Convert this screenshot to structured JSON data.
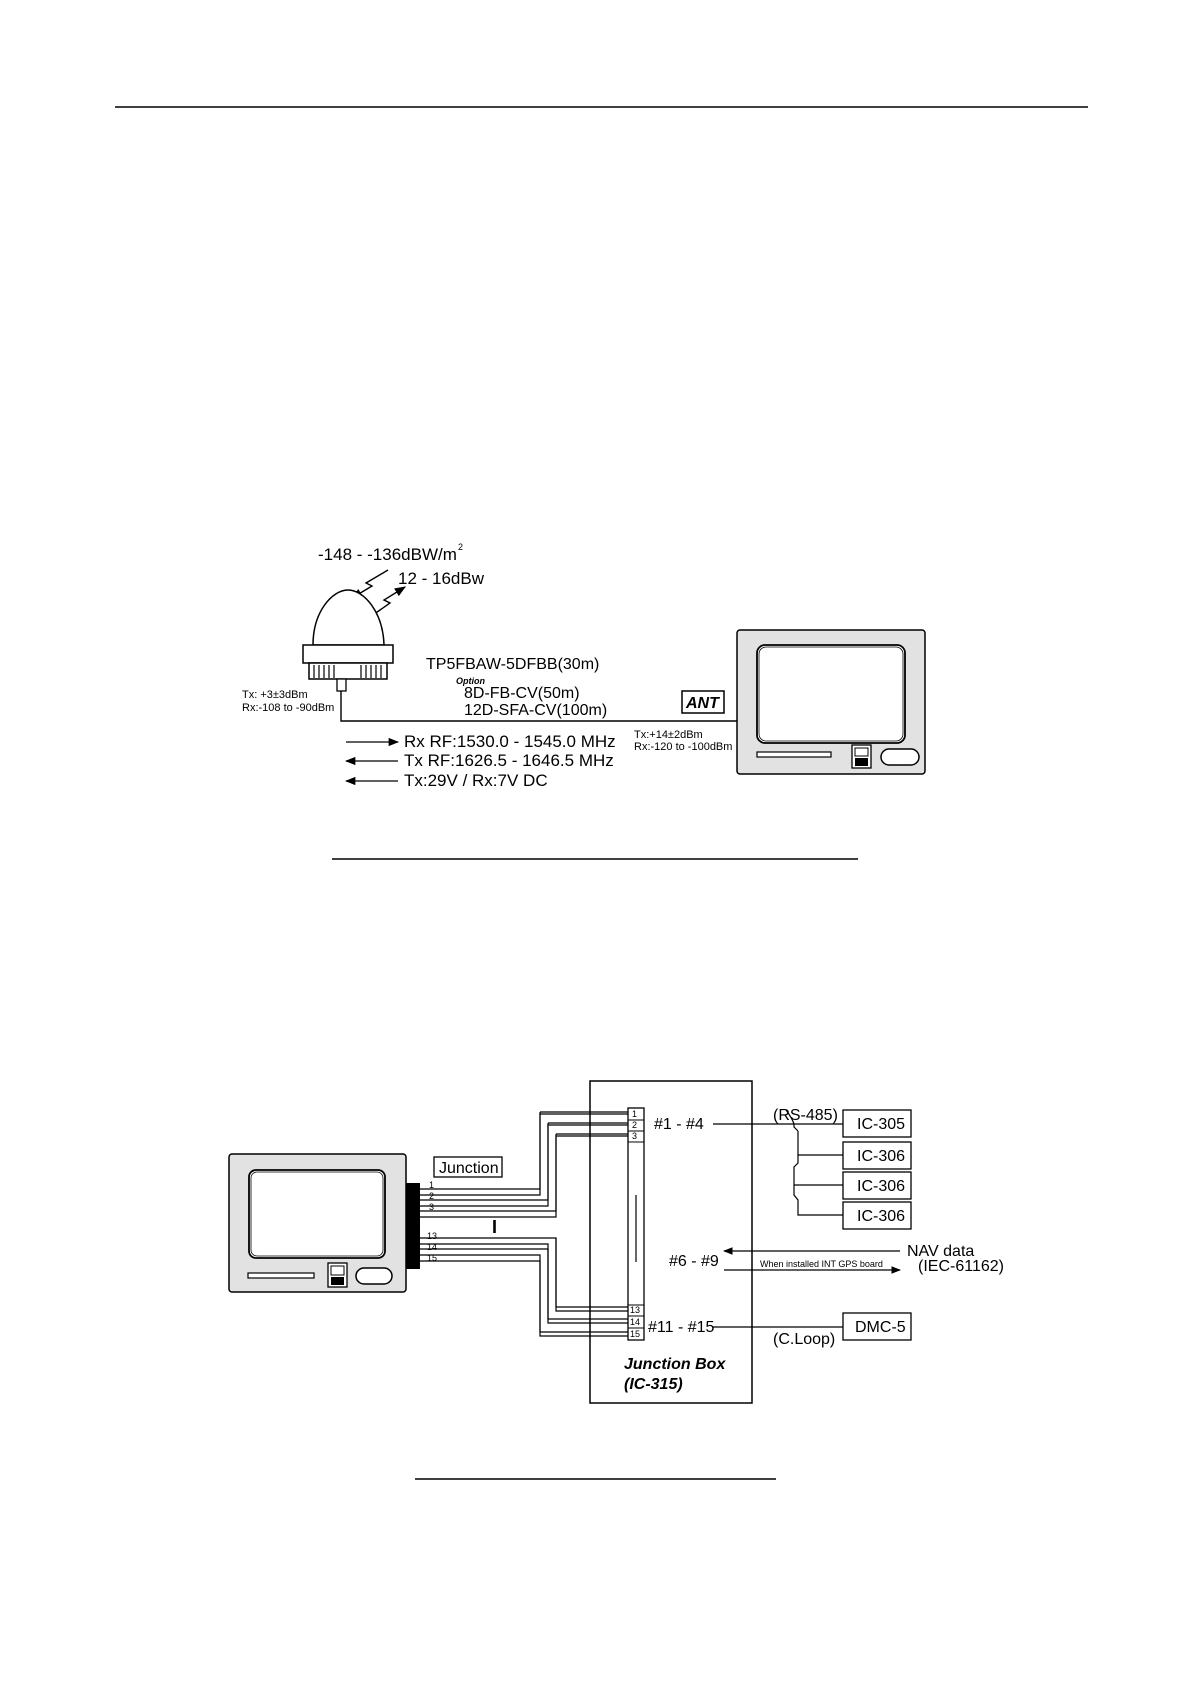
{
  "antenna_diagram": {
    "field_strength": "-148 - -136dBW/m",
    "field_strength_sup": "2",
    "eirp": "12 - 16dBw",
    "antenna_tx": "Tx: +3±3dBm",
    "antenna_rx": "Rx:-108 to -90dBm",
    "cable_main": "TP5FBAW-5DFBB(30m)",
    "option_label": "Option",
    "cable_option_1": "8D-FB-CV(50m)",
    "cable_option_2": "12D-SFA-CV(100m)",
    "connector_label": "ANT",
    "terminal_tx": "Tx:+14±2dBm",
    "terminal_rx": "Rx:-120 to -100dBm",
    "signal_rx": "Rx RF:1530.0 - 1545.0 MHz",
    "signal_tx": "Tx RF:1626.5 - 1646.5 MHz",
    "signal_dc": "Tx:29V / Rx:7V DC"
  },
  "junction_diagram": {
    "junction_tag": "Junction",
    "left_pins_a": [
      "1",
      "2",
      "3"
    ],
    "left_pins_b": [
      "13",
      "14",
      "15"
    ],
    "separator": "I",
    "box_pins_a": [
      "1",
      "2",
      "3"
    ],
    "box_pins_b": [
      "13",
      "14",
      "15"
    ],
    "group_1_4": "#1 -  #4",
    "group_6_9": "#6 -  #9",
    "group_11_15": "#11 -  #15",
    "rs485": "(RS-485)",
    "devices": [
      "IC-305",
      "IC-306",
      "IC-306",
      "IC-306"
    ],
    "nav_data": "NAV data",
    "nav_std": "(IEC-61162)",
    "gps_note": "When installed INT GPS board",
    "dmc": "DMC-5",
    "cloop": "(C.Loop)",
    "box_title_1": "Junction Box",
    "box_title_2": "(IC-315)"
  }
}
